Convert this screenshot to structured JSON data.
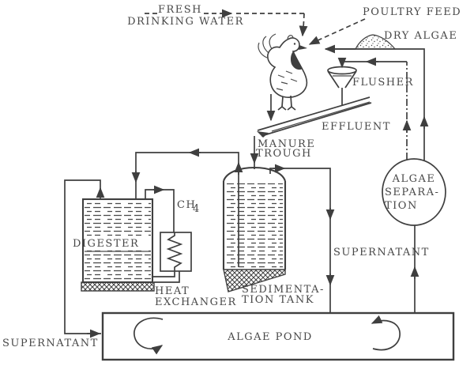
{
  "diagram": {
    "description": "Hand-drawn process flow diagram of a poultry / algae recycling system",
    "ink_color": "#3f3f3f",
    "background_color": "#ffffff",
    "labels": {
      "fresh_line1": "FRESH",
      "fresh_line2": "DRINKING WATER",
      "poultry_feed": "POULTRY FEED",
      "dry_algae": "DRY ALGAE",
      "flusher": "FLUSHER",
      "effluent": "EFFLUENT",
      "manure_line1": "MANURE",
      "manure_line2": "TROUGH",
      "digester": "DIGESTER",
      "ch4_main": "CH",
      "ch4_sub": "4",
      "heat_line1": "HEAT",
      "heat_line2": "EXCHANGER",
      "sediment_line1": "SEDIMENTA-",
      "sediment_line2": "TION TANK",
      "supernatant_right": "SUPERNATANT",
      "supernatant_left": "SUPERNATANT",
      "algae_sep_line1": "ALGAE",
      "algae_sep_line2": "SEPARA-",
      "algae_sep_line3": "TION",
      "algae_pond": "ALGAE POND"
    }
  }
}
